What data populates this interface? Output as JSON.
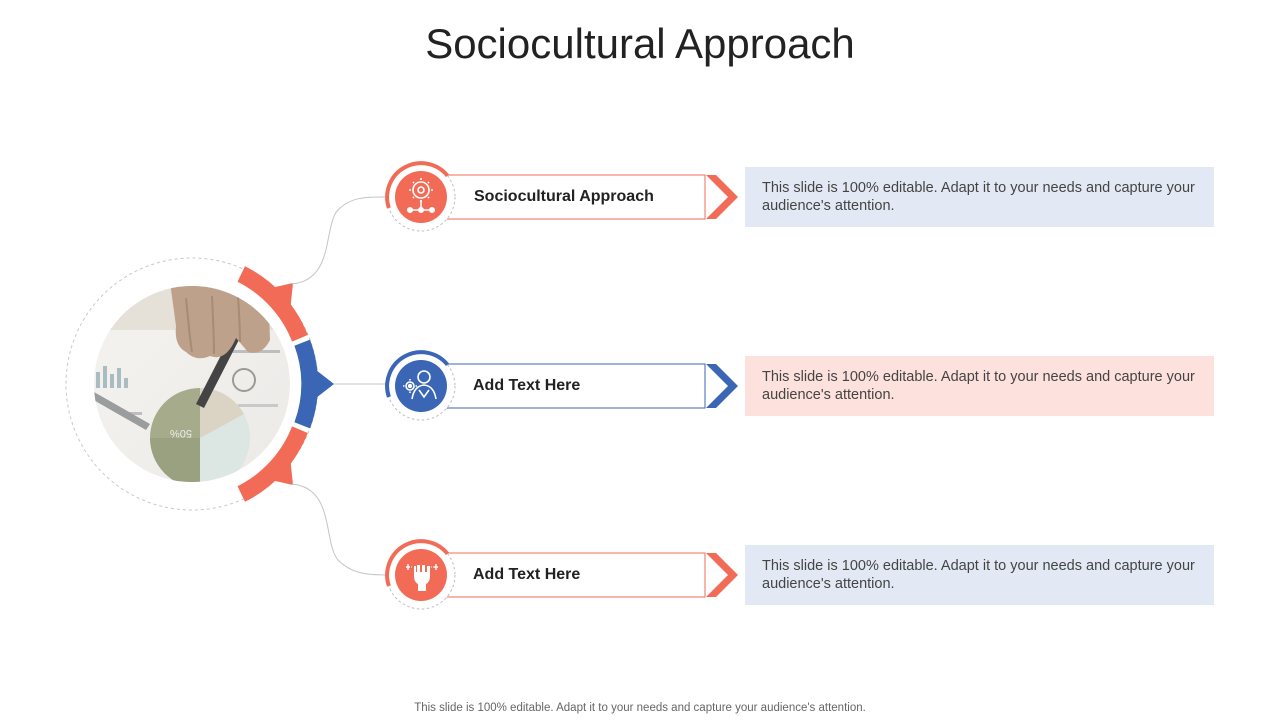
{
  "title": "Sociocultural Approach",
  "footer": "This slide is 100% editable. Adapt it to your needs and capture your audience's attention.",
  "colors": {
    "coral": "#F26B57",
    "blue": "#3A66B5",
    "pale_blue": "#E3E9F4",
    "pale_pink": "#FDE1DD"
  },
  "center_image": "photo-of-hand-with-pen-over-pie-chart-report",
  "items": [
    {
      "label": "Sociocultural Approach",
      "description": "This slide is 100% editable. Adapt it to your needs and capture your audience's attention.",
      "icon": "gear-lightbulb-network-icon",
      "color": "coral",
      "box_color": "pale_blue"
    },
    {
      "label": "Add  Text Here",
      "description": "This slide is 100% editable. Adapt it to your needs and capture your audience's attention.",
      "icon": "person-with-gear-icon",
      "color": "blue",
      "box_color": "pale_pink"
    },
    {
      "label": "Add  Text Here",
      "description": "This slide is 100% editable. Adapt it to your needs and capture your audience's attention.",
      "icon": "raised-fist-icon",
      "color": "coral",
      "box_color": "pale_blue"
    }
  ]
}
